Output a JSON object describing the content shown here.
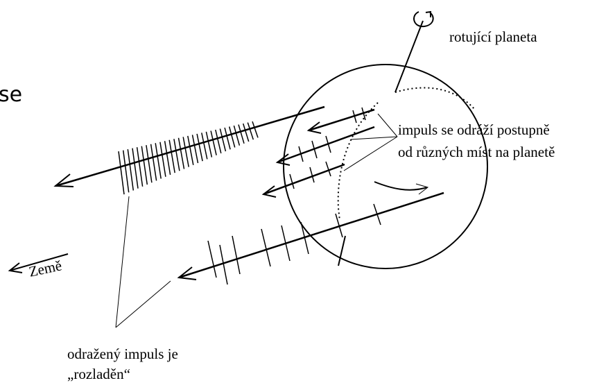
{
  "fragment_text": "se",
  "labels": {
    "rotating_planet": "rotující planeta",
    "impulse_line1": "impuls se odráží postupně",
    "impulse_line2": "od různých míst na planetě",
    "earth": "Země",
    "reflected_line1": "odražený impuls je",
    "reflected_line2": "„rozladěn“"
  },
  "colors": {
    "ink": "#000000",
    "background": "#ffffff"
  }
}
